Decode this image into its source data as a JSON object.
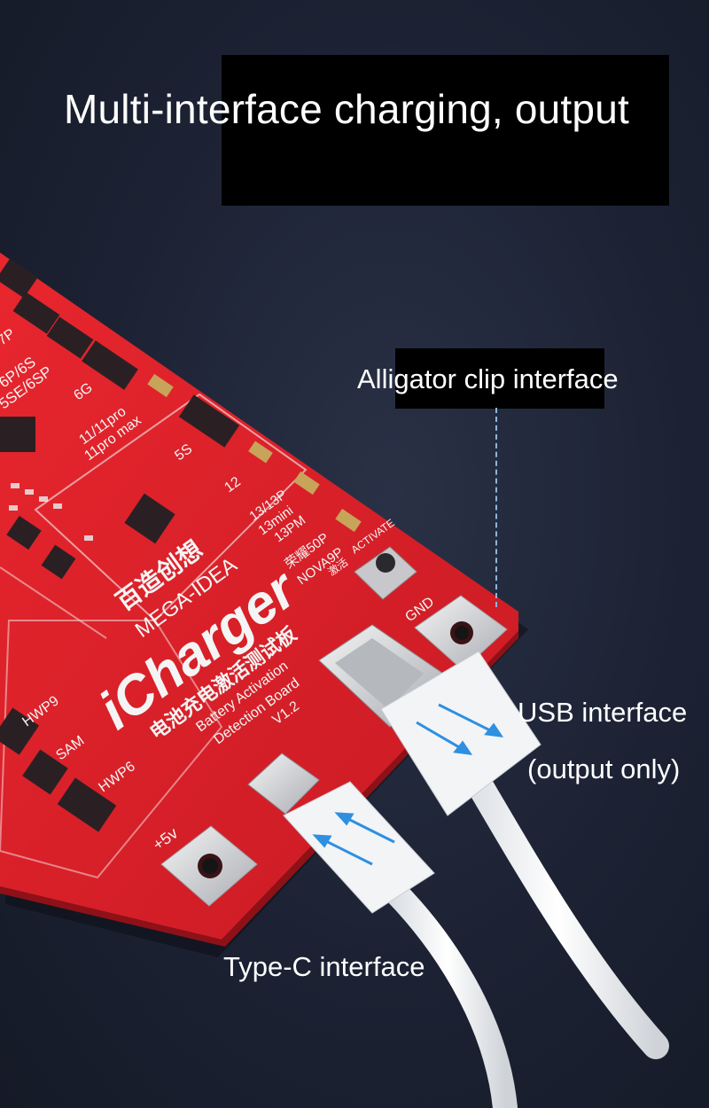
{
  "title": "Multi-interface charging, output",
  "labels": {
    "alligator": "Alligator clip interface",
    "usb_line1": "USB interface",
    "usb_line2": "(output only)",
    "typec": "Type-C interface"
  },
  "board": {
    "brand_cn": "百造创想",
    "brand_en": "MEGA-IDEA",
    "product": "iCharger",
    "product_cn": "电池充电激活测试板",
    "subtitle_1": "Battery Activation",
    "subtitle_2": "Detection Board",
    "version": "V1.2",
    "gnd": "GND",
    "plus5v": "+5v",
    "activate": "ACTIVATE",
    "activate_cn": "激活",
    "models": [
      "7P",
      "6P/6S",
      "5SE/6SP",
      "6G",
      "11/11pro",
      "11pro max",
      "5S",
      "12",
      "13/13P",
      "13mini",
      "13PM",
      "荣耀50P",
      "NOVA9P",
      "HWP9",
      "SAM",
      "HWP6"
    ]
  },
  "colors": {
    "board_red": "#d8202a",
    "background": "#1c2233",
    "cable_white": "#f2f4f6",
    "arrow_blue": "#2f8fe0"
  }
}
